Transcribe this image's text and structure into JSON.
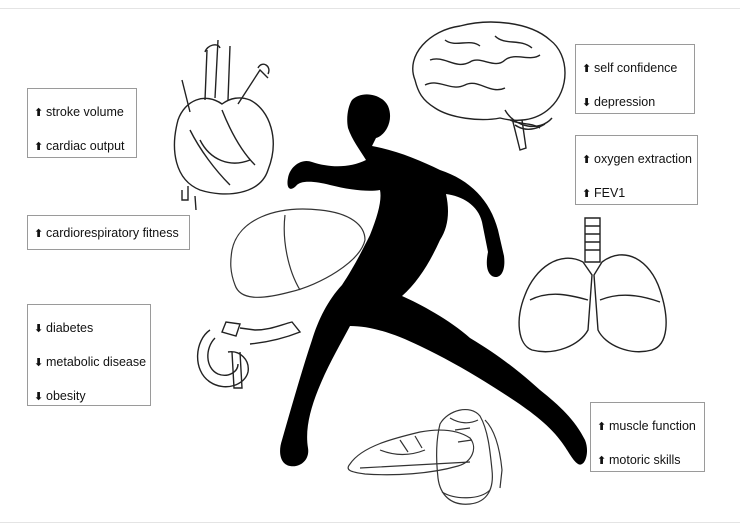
{
  "boxes": {
    "heart": {
      "items": [
        {
          "arrow": "⬆",
          "text": "stroke volume"
        },
        {
          "arrow": "⬆",
          "text": "cardiac output"
        }
      ]
    },
    "brain": {
      "items": [
        {
          "arrow": "⬆",
          "text": "self confidence"
        },
        {
          "arrow": "⬇",
          "text": "depression"
        }
      ]
    },
    "lungs": {
      "items": [
        {
          "arrow": "⬆",
          "text": "oxygen extraction"
        },
        {
          "arrow": "⬆",
          "text": "FEV1"
        }
      ]
    },
    "fitness": {
      "items": [
        {
          "arrow": "⬆",
          "text": "cardiorespiratory fitness"
        }
      ]
    },
    "metabolic": {
      "items": [
        {
          "arrow": "⬇",
          "text": "diabetes"
        },
        {
          "arrow": "⬇",
          "text": "metabolic disease"
        },
        {
          "arrow": "⬇",
          "text": "obesity"
        }
      ]
    },
    "muscle": {
      "items": [
        {
          "arrow": "⬆",
          "text": "muscle function"
        },
        {
          "arrow": "⬆",
          "text": "motoric skills"
        }
      ]
    }
  },
  "icons": [
    "heart-icon",
    "brain-icon",
    "liver-icon",
    "pancreas-icon",
    "lungs-icon",
    "shoes-icon",
    "runner-silhouette"
  ]
}
